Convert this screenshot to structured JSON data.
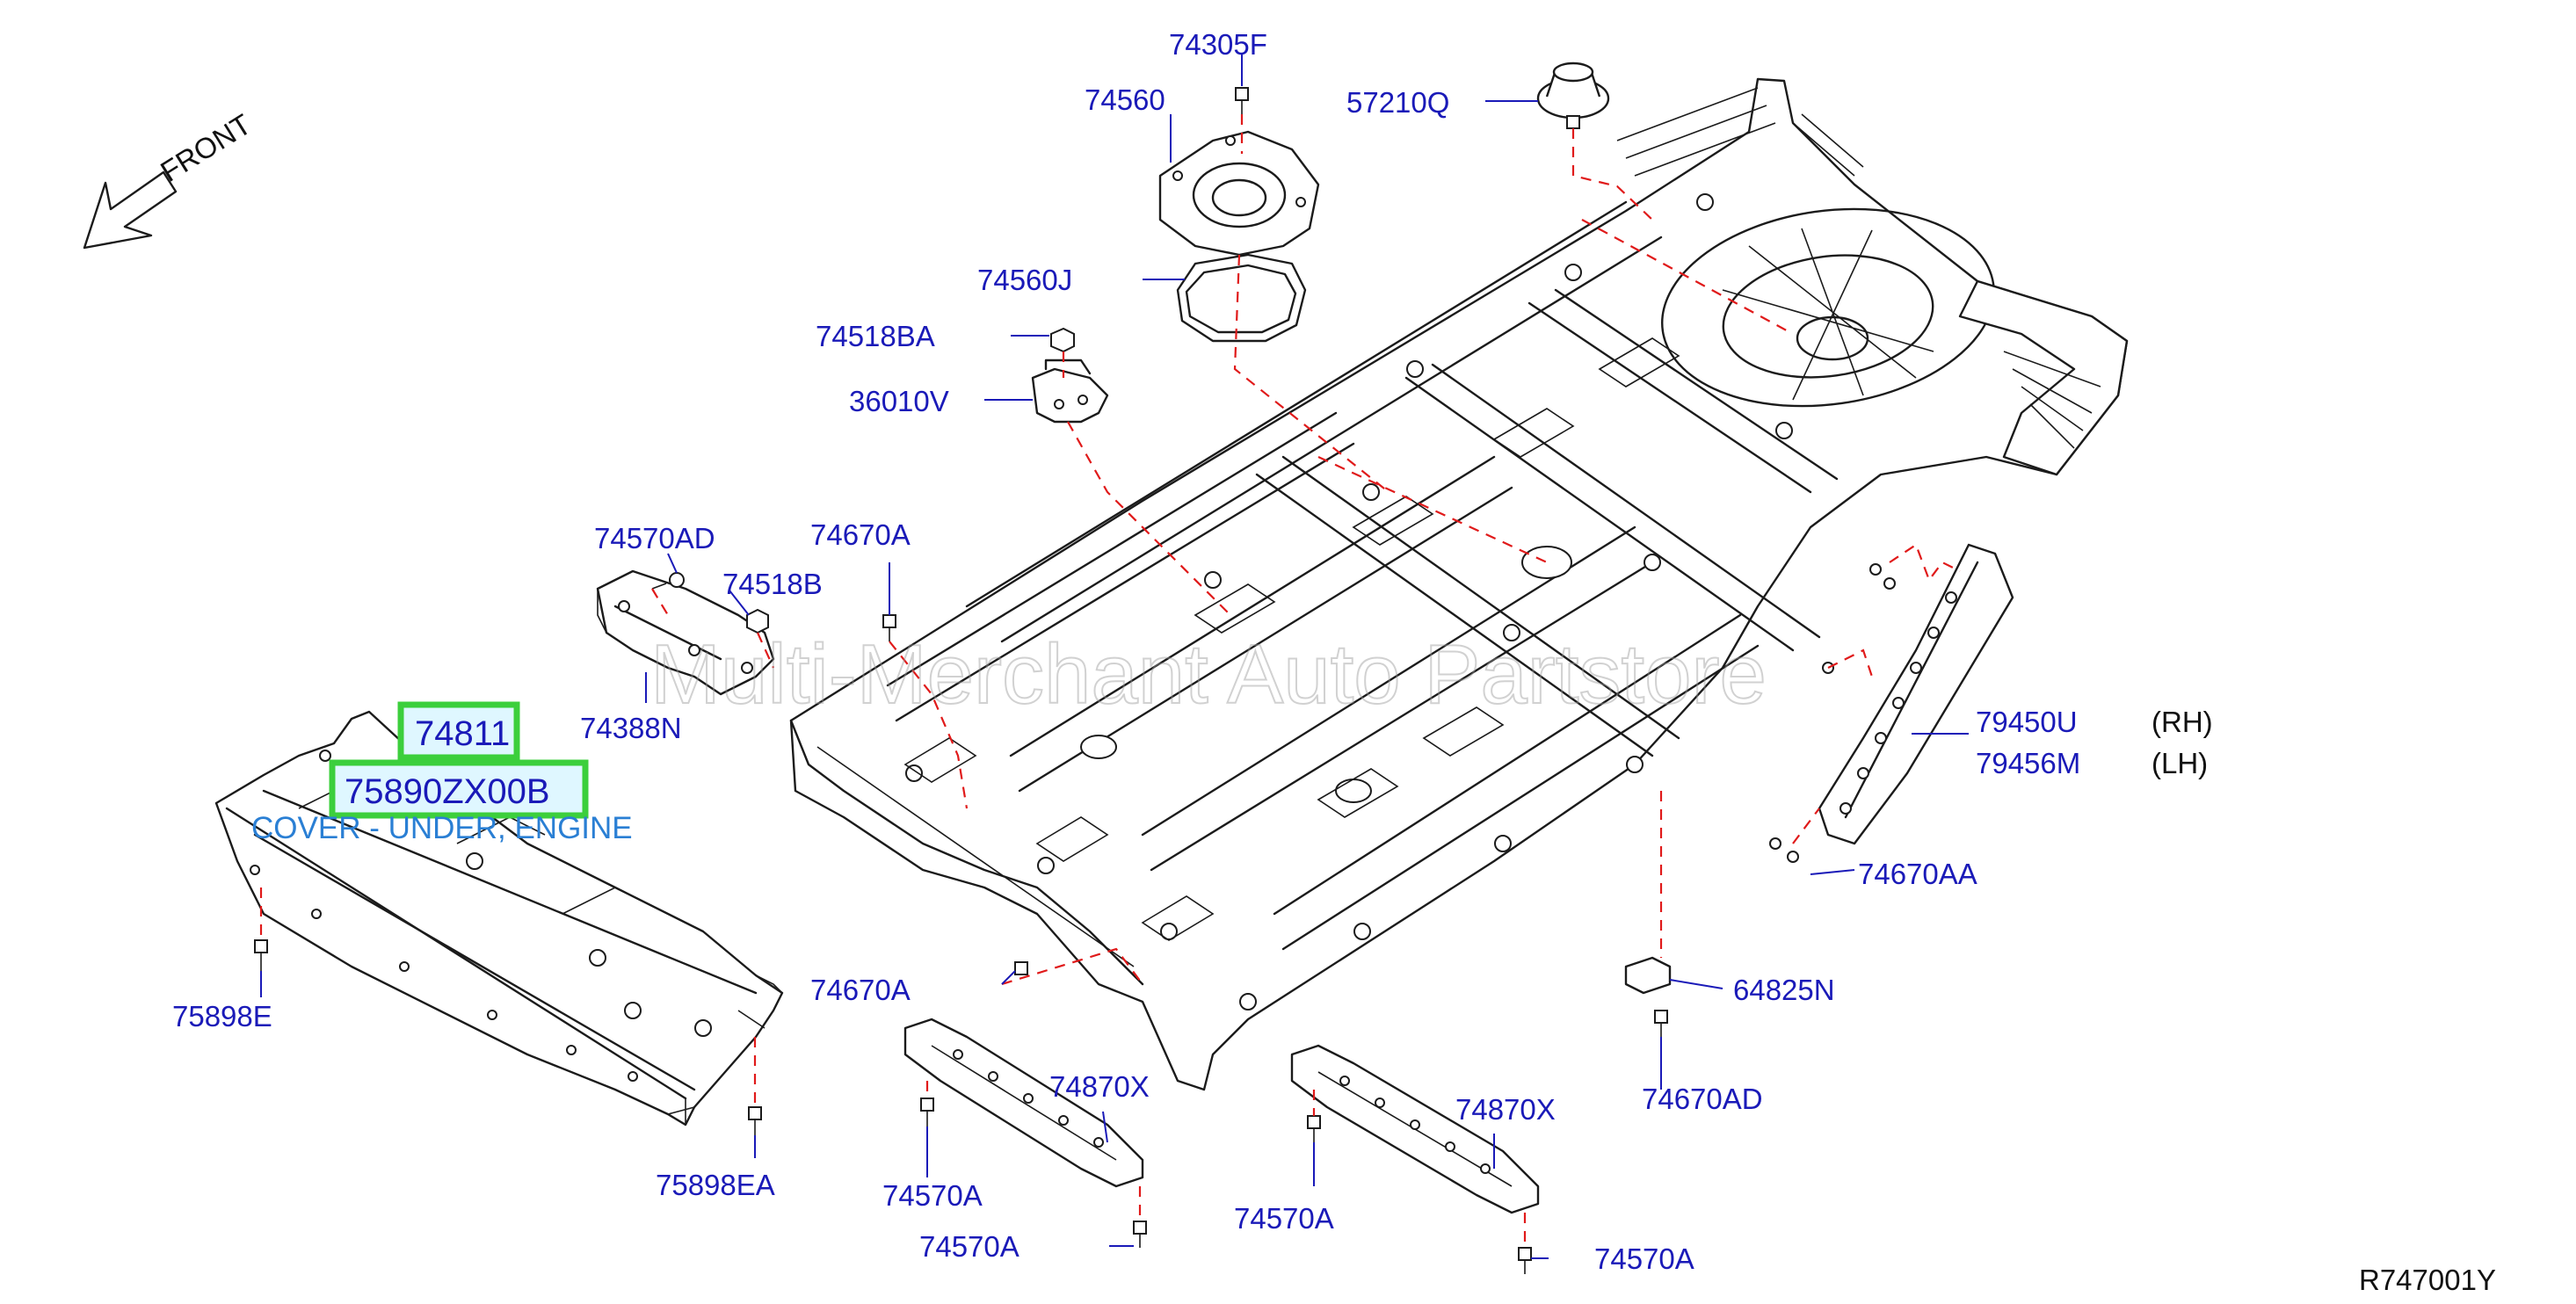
{
  "front_label": "FRONT",
  "diagram_code": "R747001Y",
  "watermark": "Multi-Merchant Auto Partstore",
  "highlighted": {
    "part_a": "74811",
    "part_b": "75890ZX00B",
    "description": "COVER - UNDER, ENGINE"
  },
  "parts": {
    "p74305F": "74305F",
    "p74560": "74560",
    "p57210Q": "57210Q",
    "p74560J": "74560J",
    "p74518BA": "74518BA",
    "p36010V": "36010V",
    "p74570AD": "74570AD",
    "p74518B": "74518B",
    "p74670A_top": "74670A",
    "p74388N": "74388N",
    "p79450U": "79450U",
    "p79456M": "79456M",
    "p74670AA": "74670AA",
    "p75898E": "75898E",
    "p74670A_mid": "74670A",
    "p64825N": "64825N",
    "p74870X_left": "74870X",
    "p74870X_right": "74870X",
    "p74670AD": "74670AD",
    "p75898EA": "75898EA",
    "p74570A_1": "74570A",
    "p74570A_2": "74570A",
    "p74570A_3": "74570A",
    "p74570A_4": "74570A"
  },
  "side_labels": {
    "rh": "(RH)",
    "lh": "(LH)"
  }
}
